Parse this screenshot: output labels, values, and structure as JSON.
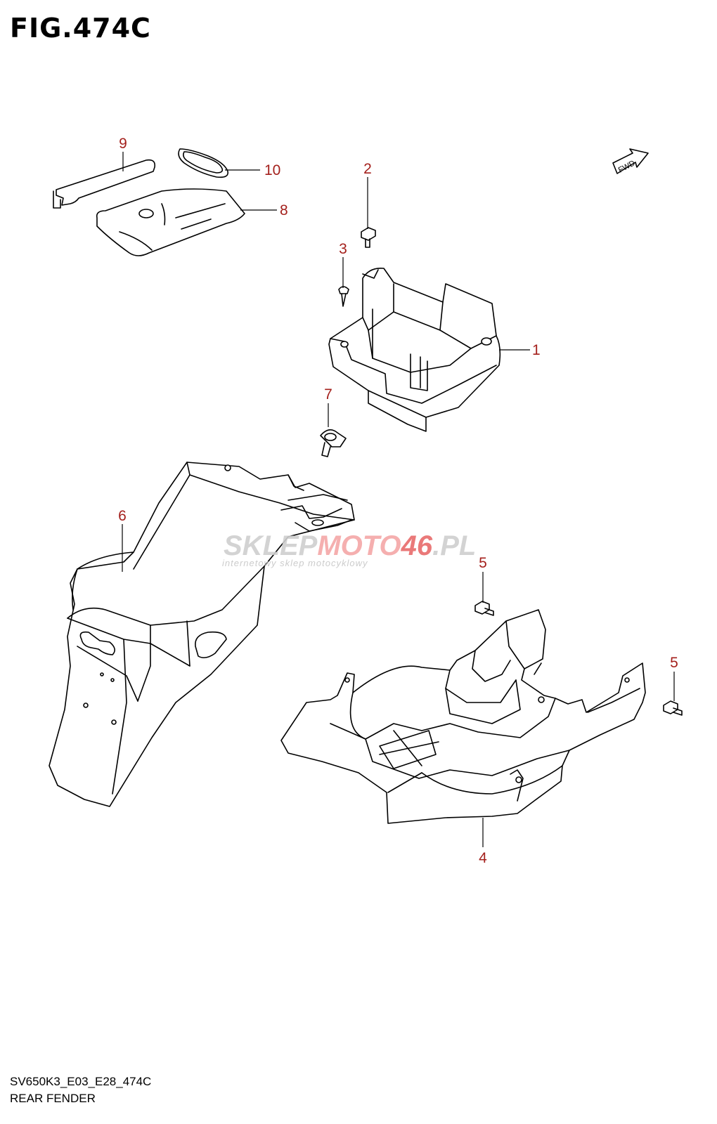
{
  "figure": {
    "title": "FIG.474C",
    "code": "SV650K3_E03_E28_474C",
    "name": "REAR FENDER"
  },
  "direction_badge": "FWD",
  "callouts": [
    "1",
    "2",
    "3",
    "4",
    "5",
    "5",
    "6",
    "7",
    "8",
    "9",
    "10"
  ],
  "watermark": {
    "prefix": "SKLEP",
    "middle": "MOTO",
    "number": "46",
    "suffix": ".PL",
    "tagline": "internetowy sklep motocyklowy"
  },
  "colors": {
    "callout": "#a4201c",
    "watermark_gray": "#c7c7c7",
    "watermark_pink": "#f4a7a7",
    "line": "#000000"
  }
}
